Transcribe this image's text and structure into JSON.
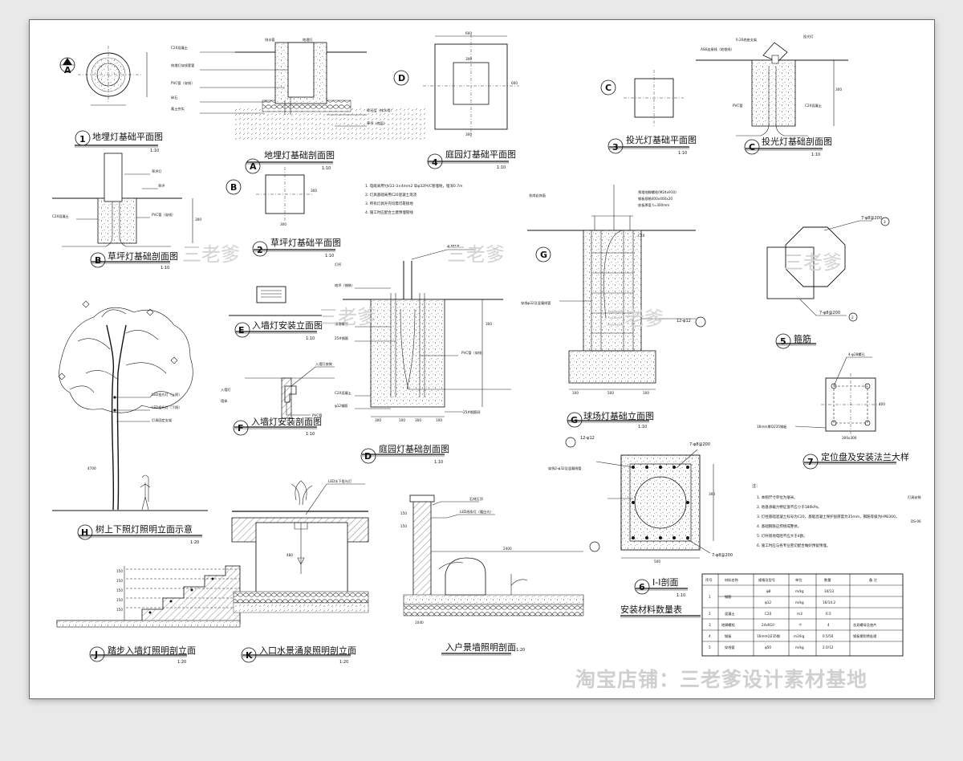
{
  "drawings": {
    "A_plan": {
      "mark": "1",
      "title": "地埋灯基础平面图",
      "scale": "1:10",
      "cut": "A"
    },
    "A_section": {
      "mark": "A",
      "title": "地埋灯基础剖面图",
      "scale": "1:10",
      "labels": [
        "C20混凝土",
        "地埋灯",
        "排水管",
        "地埋灯穿线套管",
        "PVC管（穿线）",
        "碎石",
        "素土夯实",
        "碎石层（排水用）",
        "草坪（底层）"
      ]
    },
    "D_plan": {
      "mark": "4",
      "title": "庭园灯基础平面图",
      "scale": "1:10",
      "cut": "D",
      "dims": [
        "600",
        "300",
        "600",
        "300"
      ]
    },
    "C_plan": {
      "mark": "3",
      "title": "投光灯基础平面图",
      "scale": "1:10",
      "cut": "C"
    },
    "C_section": {
      "mark": "C",
      "title": "投光灯基础剖面图",
      "scale": "1:10",
      "labels": [
        "0.20底座支架",
        "投光灯",
        "AS6连接线（地埋线）",
        "PVC管",
        "C20混凝土",
        "300"
      ]
    },
    "B_section": {
      "mark": "B",
      "title": "草坪灯基础剖面图",
      "scale": "1:10",
      "labels": [
        "草坪灯",
        "草坪",
        "C20混凝土",
        "PVC管（穿线）",
        "300"
      ]
    },
    "B_plan": {
      "mark": "2",
      "title": "草坪灯基础平面图",
      "scale": "1:10",
      "cut": "B",
      "dims": [
        "300",
        "300"
      ]
    },
    "notes_mid": [
      "1. 电缆采用YJV22-3×4mm2 穿φ32PVC管埋地，埋深0.7m",
      "2. 灯具基础采用C20混凝土现浇",
      "3. 所有灯具外壳均需可靠接地",
      "4. 施工时应配合土建预埋管线"
    ],
    "E_elev": {
      "mark": "E",
      "title": "入墙灯安装立面图",
      "scale": "1:10"
    },
    "F_section": {
      "mark": "F",
      "title": "入墙灯安装剖面图",
      "scale": "1:10",
      "labels": [
        "入墙灯",
        "墙体",
        "PVC管",
        "入墙灯按装"
      ]
    },
    "D_section": {
      "mark": "D",
      "title": "庭园灯基础剖面图",
      "scale": "1:10",
      "labels": [
        "4-M16",
        "灯杆",
        "地坪（铺装）",
        "预埋螺栓",
        "25#钢筋",
        "PVC管（穿线）",
        "C20混凝土",
        "φ12钢筋",
        "25#钢筋网",
        "300",
        "300",
        "100",
        "300",
        "100"
      ]
    },
    "G_elev": {
      "mark": "G",
      "title": "球场灯基础立面图",
      "scale": "1:10",
      "labels": [
        "预埋地脚螺栓(M24x910)",
        "钢板规格400x400x20",
        "底板厚度 t=300mm",
        "花岗岩饰面",
        "C20",
        "12-φ12",
        "穿线φ32及混凝线管",
        "100",
        "500",
        "100"
      ]
    },
    "stirrup": {
      "mark": "5",
      "title": "箍筋",
      "labels": [
        "7-φ8@200",
        "7-φ8@200",
        "3",
        "2"
      ]
    },
    "flange": {
      "mark": "7",
      "title": "定位盘及安装法兰大样",
      "labels": [
        "4-φ28螺孔",
        "16mm厚Q235钢板",
        "400",
        "300x300"
      ]
    },
    "H_elev": {
      "mark": "H",
      "title": "树上下照灯照明立面示意",
      "scale": "1:20",
      "labels": [
        "LED投光灯（上照）",
        "LED投光灯（下照）",
        "灯具固定支架",
        "4700"
      ]
    },
    "section_11": {
      "mark": "6",
      "title": "I-I剖面",
      "scale": "1:10",
      "labels": [
        "12-φ12",
        "7-φ8@200",
        "穿线2-φ32及混凝线管",
        "500",
        "300"
      ]
    },
    "notes_right_head": "注：",
    "notes_right": [
      "1. 本图尺寸单位为毫米。",
      "2. 地基承载力特征值不应小于180kPa。",
      "3. 灯柱基础混凝土标号为C20，基础混凝土保护层厚度为35mm，钢筋等级为HPB300。",
      "4. 基础钢筋应焊接成整体。",
      "5. 灯杆接地电阻不应大于4欧。",
      "6. 施工时应与各专业密切配合做好预留预埋。"
    ],
    "quantity_table": {
      "title": "安装材料数量表",
      "headers": [
        "序号",
        "材料名称",
        "规格及型号",
        "单位",
        "数量",
        "备 注"
      ],
      "rows": [
        [
          "1",
          "钢筋",
          "φ8",
          "m/kg",
          "34/13",
          ""
        ],
        [
          "",
          "",
          "φ12",
          "m/kg",
          "16/14.2",
          ""
        ],
        [
          "2",
          "混凝土",
          "C20",
          "m3",
          "0.5",
          ""
        ],
        [
          "3",
          "地脚螺栓",
          "24x910",
          "个",
          "4",
          "含双螺母及垫片"
        ],
        [
          "4",
          "钢板",
          "16mmQ235钢",
          "m2/kg",
          "0.5/50",
          "钢板需防锈处理"
        ],
        [
          "5",
          "穿线管",
          "φ50",
          "m/kg",
          "2.0/12",
          ""
        ]
      ]
    },
    "J_section": {
      "mark": "J",
      "title": "踏步入墙灯照明剖立面",
      "scale": "1:20",
      "dims": [
        "150",
        "150",
        "150",
        "150",
        "150"
      ]
    },
    "K_section": {
      "mark": "K",
      "title": "入口水景涌泉照明剖立面",
      "scale": "1:20",
      "labels": [
        "LED水下投光灯",
        "480"
      ]
    },
    "wall_section": {
      "title": "入户景墙照明剖面",
      "scale": "1:20",
      "labels": [
        "石材压顶",
        "LED线条灯（暖白光）",
        "2400",
        "150",
        "150",
        "1040"
      ]
    },
    "side_labels": [
      "灯具安装",
      "DS-06"
    ]
  },
  "watermarks": [
    "三老爹",
    "三老爹",
    "三老爹",
    "三老爹",
    "三老爹"
  ],
  "shop_banner": "淘宝店铺：三老爹设计素材基地"
}
